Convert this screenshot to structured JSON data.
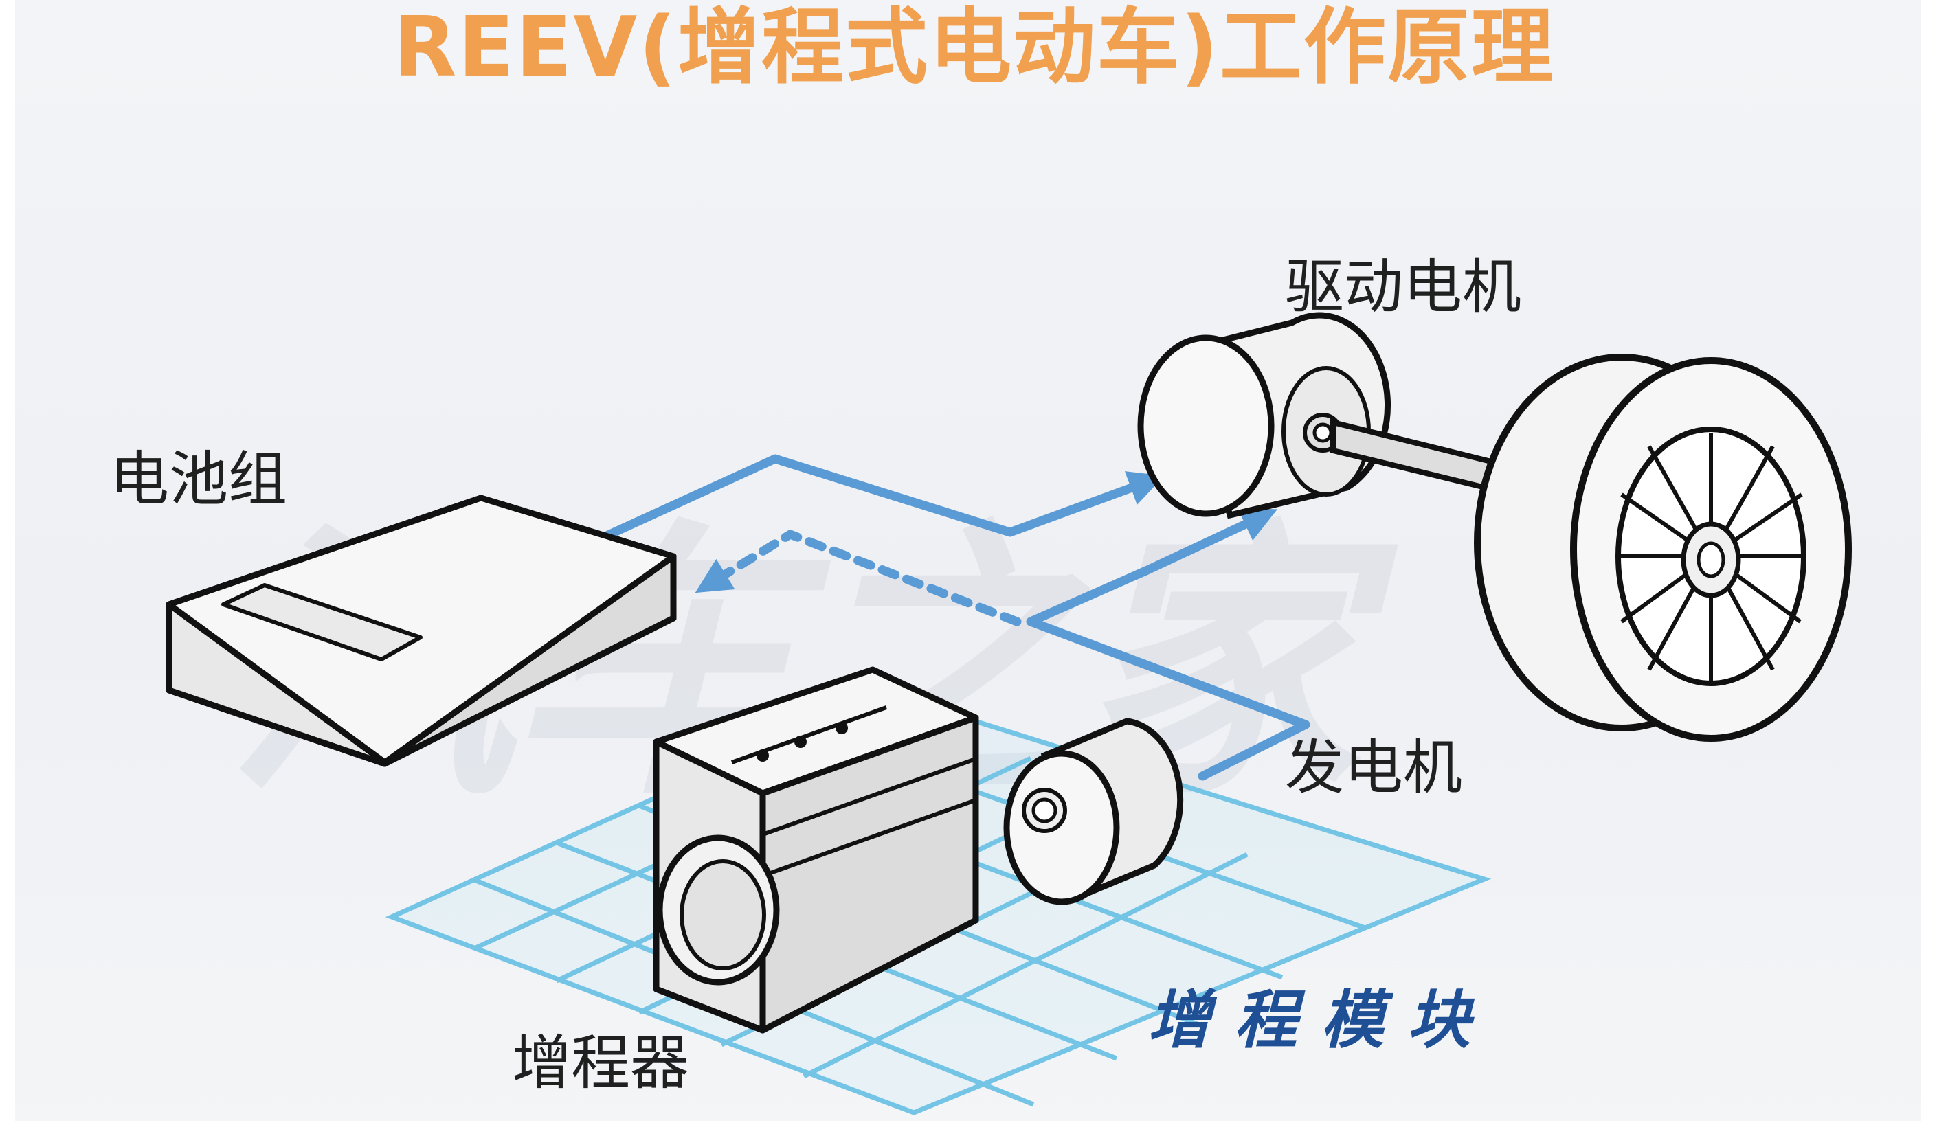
{
  "title": "REEV(增程式电动车)工作原理",
  "labels": {
    "battery": "电池组",
    "drive_motor": "驱动电机",
    "generator": "发电机",
    "range_extender": "增程器",
    "module": "增程模块"
  },
  "watermark": "汽车之家",
  "colors": {
    "title": "#f0a04e",
    "flow": "#5b9bd5",
    "grid": "#74c4e6",
    "module_label": "#1f4f95"
  }
}
